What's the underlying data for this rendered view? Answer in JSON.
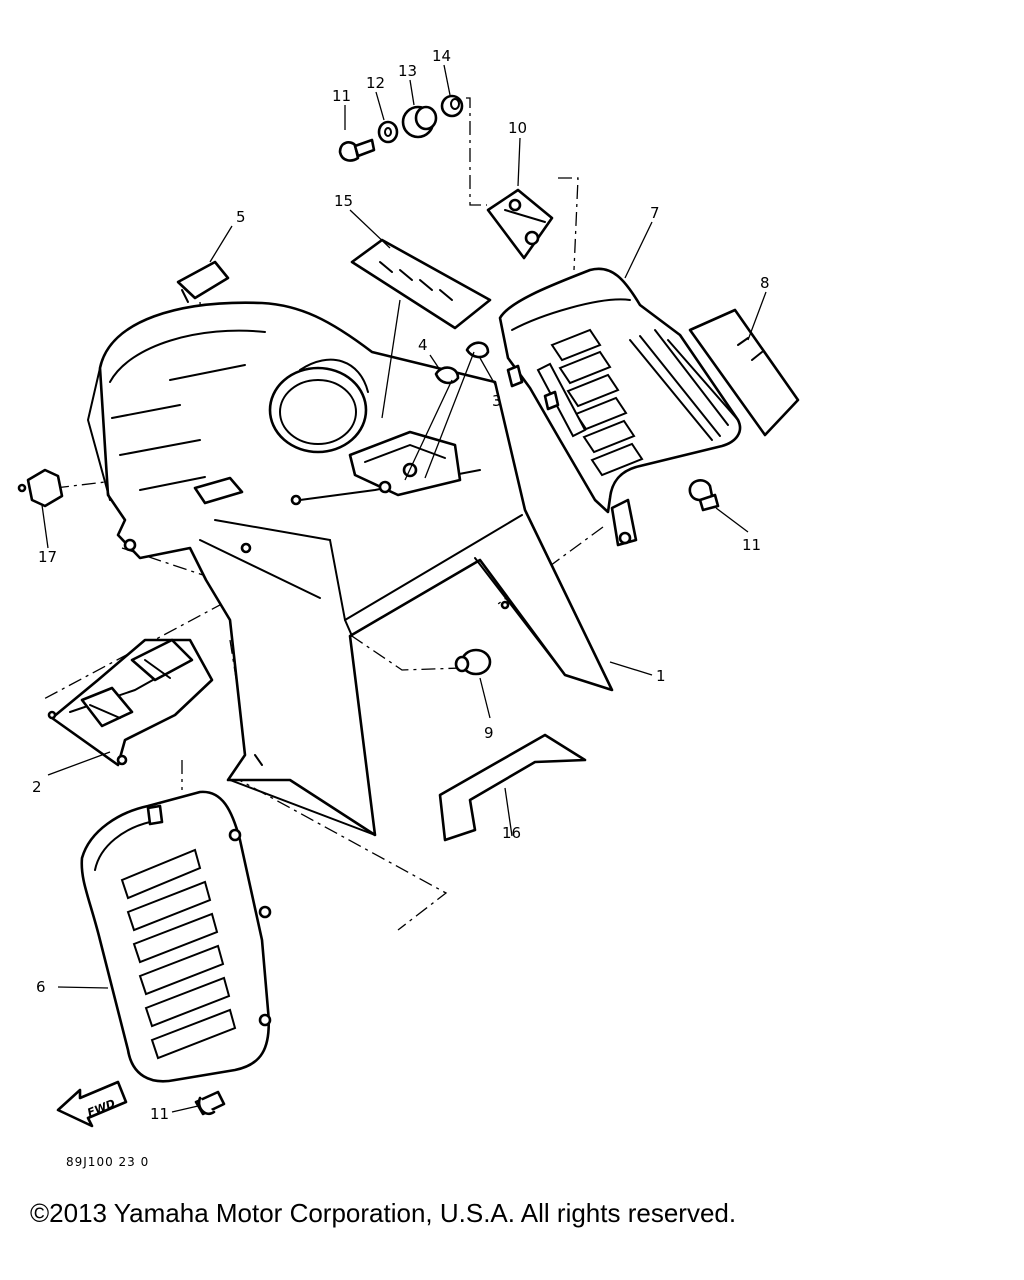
{
  "callouts": {
    "c1": "1",
    "c2": "2",
    "c3": "3",
    "c4": "4",
    "c5": "5",
    "c6": "6",
    "c7": "7",
    "c8": "8",
    "c9": "9",
    "c10": "10",
    "c11_top": "11",
    "c11_right": "11",
    "c11_bottom": "11",
    "c12": "12",
    "c13": "13",
    "c14": "14",
    "c15": "15",
    "c16": "16",
    "c17": "17"
  },
  "fwd_arrow_label": "FWD",
  "drawing_code": "89J100 23 0",
  "copyright": "©2013 Yamaha Motor Corporation, U.S.A. All rights reserved.",
  "colors": {
    "line": "#000000",
    "background": "#ffffff"
  }
}
